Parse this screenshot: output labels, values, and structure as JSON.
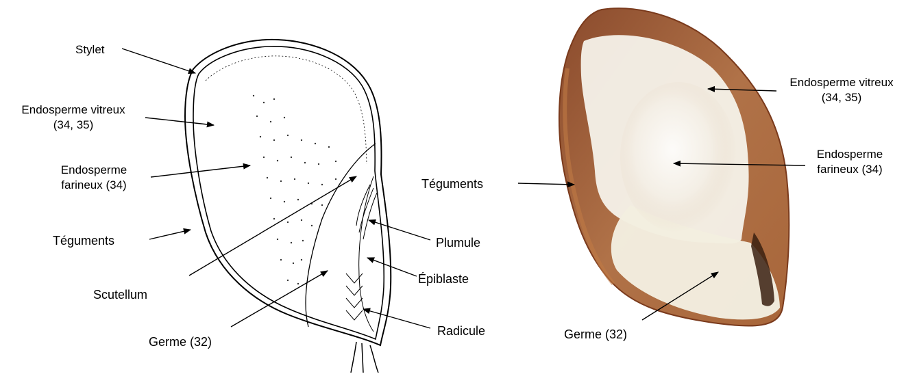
{
  "left_diagram": {
    "labels": {
      "stylet": "Stylet",
      "endosperme_vitreux_1": "Endosperme vitreux",
      "endosperme_vitreux_2": "(34, 35)",
      "endosperme_farineux_1": "Endosperme",
      "endosperme_farineux_2": "farineux (34)",
      "teguments": "Téguments",
      "scutellum": "Scutellum",
      "germe": "Germe (32)",
      "plumule": "Plumule",
      "epiblaste": "Épiblaste",
      "radicule": "Radicule"
    }
  },
  "right_photo": {
    "labels": {
      "endosperme_vitreux_1": "Endosperme vitreux",
      "endosperme_vitreux_2": "(34, 35)",
      "endosperme_farineux_1": "Endosperme",
      "endosperme_farineux_2": "farineux (34)",
      "teguments": "Téguments",
      "germe": "Germe (32)"
    }
  },
  "colors": {
    "photo_shell": "#a8663a",
    "photo_edge": "#7a3a1c",
    "photo_white": "#f6f2ea"
  }
}
